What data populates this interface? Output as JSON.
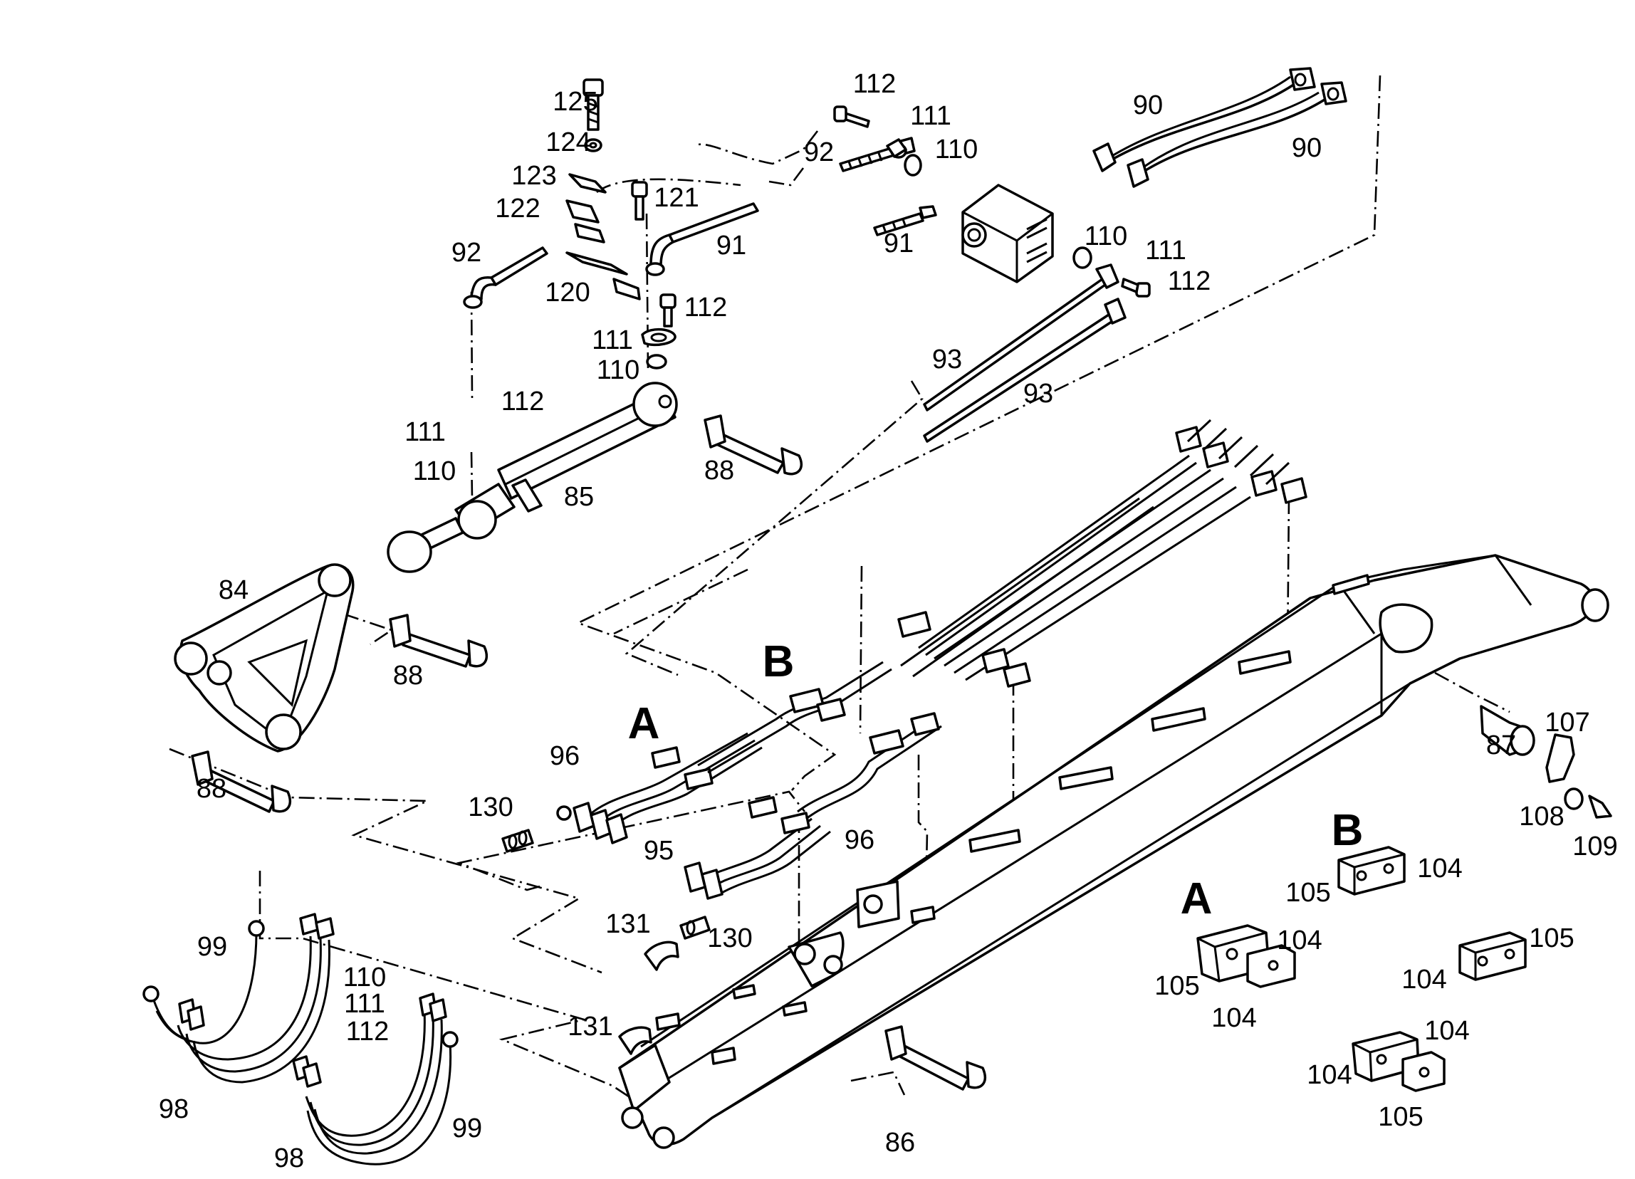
{
  "labels": {
    "p125": "125",
    "p124": "124",
    "p123": "123",
    "p122": "122",
    "p121": "121",
    "p120": "120",
    "p112a": "112",
    "p111a": "111",
    "p110a": "110",
    "p92a": "92",
    "p92b": "92",
    "p91a": "91",
    "p91b": "91",
    "p90a": "90",
    "p90b": "90",
    "p110b": "110",
    "p111b": "111",
    "p112b": "112",
    "p112c": "112",
    "p111c": "111",
    "p110c": "110",
    "p112d": "112",
    "p111d": "111",
    "p110d": "110",
    "p93a": "93",
    "p93b": "93",
    "p85": "85",
    "p88a": "88",
    "p88b": "88",
    "p88c": "88",
    "p84": "84",
    "p96a": "96",
    "p96b": "96",
    "p95": "95",
    "p130a": "130",
    "p130b": "130",
    "p131a": "131",
    "p131b": "131",
    "p99a": "99",
    "p99b": "99",
    "p98a": "98",
    "p98b": "98",
    "p110e": "110",
    "p111e": "111",
    "p112e": "112",
    "p86": "86",
    "p87": "87",
    "p107": "107",
    "p108": "108",
    "p109": "109",
    "p104a": "104",
    "p105a": "105",
    "p104b": "104",
    "p105b": "105",
    "p104c": "104",
    "p104d": "104",
    "p105c": "105",
    "p104e": "104",
    "p104f": "104",
    "p105d": "105",
    "keyA1": "A",
    "keyB1": "B",
    "keyA2": "A",
    "keyB2": "B"
  },
  "icons": [
    "bolt-icon",
    "washer-icon",
    "clamp-icon",
    "hose-icon",
    "valve-block-icon",
    "hydraulic-cylinder-icon",
    "pin-icon",
    "bracket-icon",
    "boom-arm-icon",
    "pipe-clamp-icon"
  ]
}
